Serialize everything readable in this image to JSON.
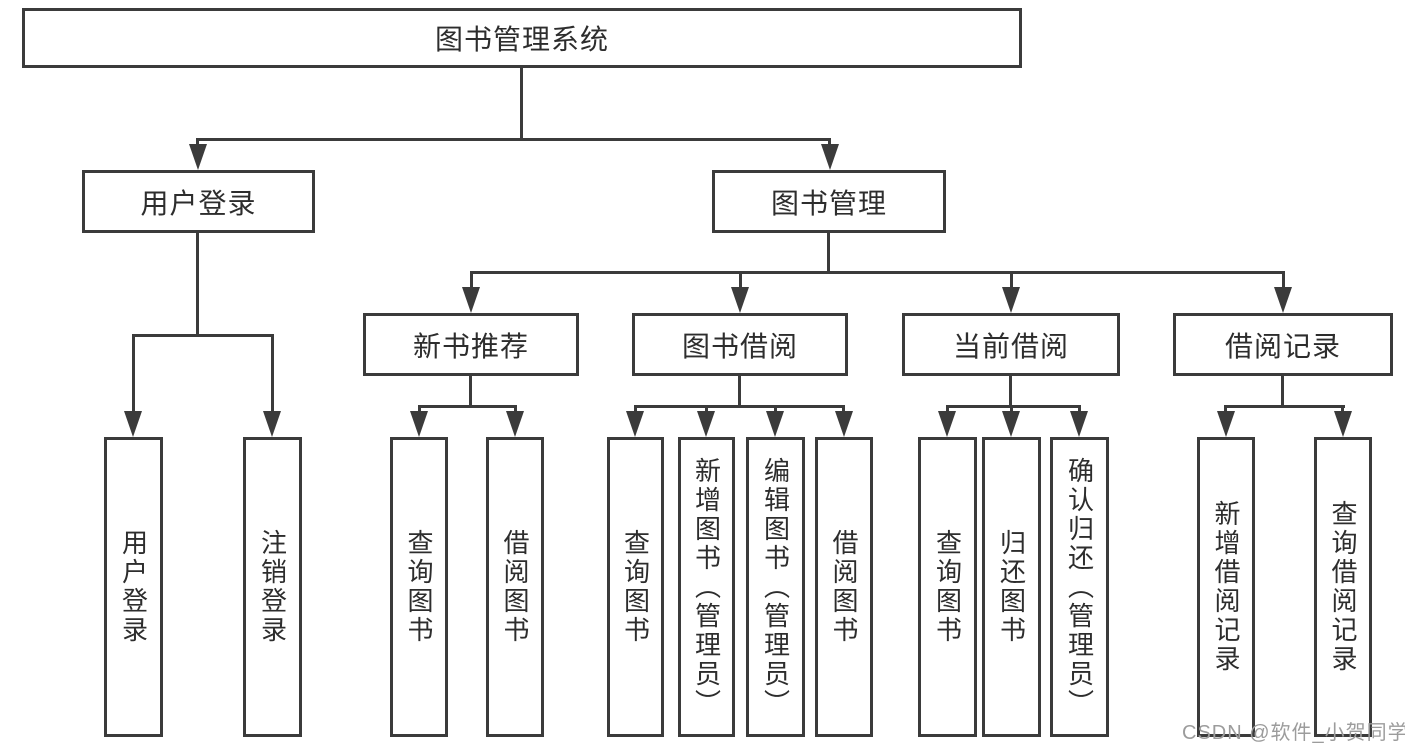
{
  "diagram": {
    "type": "hierarchy-tree",
    "root": {
      "label": "图书管理系统"
    },
    "branches": [
      {
        "label": "用户登录",
        "children": [
          {
            "label": "用户登录"
          },
          {
            "label": "注销登录"
          }
        ]
      },
      {
        "label": "图书管理",
        "children": [
          {
            "label": "新书推荐",
            "children": [
              {
                "label": "查询图书"
              },
              {
                "label": "借阅图书"
              }
            ]
          },
          {
            "label": "图书借阅",
            "children": [
              {
                "label": "查询图书"
              },
              {
                "label": "新增图书（管理员）"
              },
              {
                "label": "编辑图书（管理员）"
              },
              {
                "label": "借阅图书"
              }
            ]
          },
          {
            "label": "当前借阅",
            "children": [
              {
                "label": "查询图书"
              },
              {
                "label": "归还图书"
              },
              {
                "label": "确认归还（管理员）"
              }
            ]
          },
          {
            "label": "借阅记录",
            "children": [
              {
                "label": "新增借阅记录"
              },
              {
                "label": "查询借阅记录"
              }
            ]
          }
        ]
      }
    ]
  },
  "colors": {
    "line": "#3b3b3b",
    "text": "#2d2d2d",
    "background": "#ffffff",
    "watermark": "#9c9c9c"
  },
  "watermark": "CSDN @软件_小贺同学"
}
